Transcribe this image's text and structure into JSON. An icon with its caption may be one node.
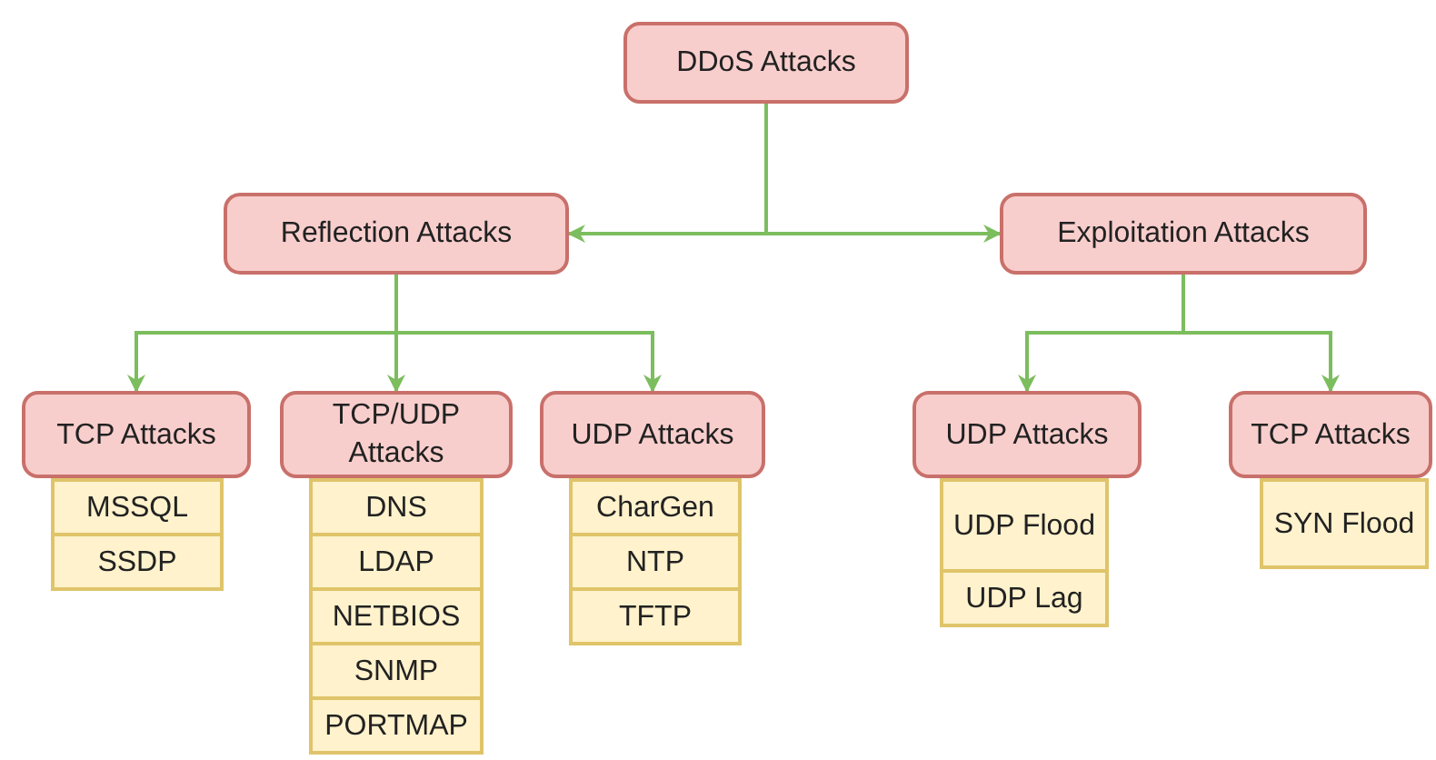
{
  "diagram": {
    "nodes": [
      {
        "text": [
          "DDoS Attacks"
        ]
      },
      {
        "text": [
          "Reflection Attacks"
        ]
      },
      {
        "text": [
          "Exploitation Attacks"
        ]
      },
      {
        "text": [
          "TCP Attacks"
        ]
      },
      {
        "text": [
          "TCP/UDP Attacks"
        ]
      },
      {
        "text": [
          "UDP Attacks"
        ]
      },
      {
        "text": [
          "UDP Attacks"
        ]
      },
      {
        "text": [
          "TCP Attacks"
        ]
      },
      {
        "text": [
          "MSSQL"
        ]
      },
      {
        "text": [
          "SSDP"
        ]
      },
      {
        "text": [
          "DNS"
        ]
      },
      {
        "text": [
          "LDAP"
        ]
      },
      {
        "text": [
          "NETBIOS"
        ]
      },
      {
        "text": [
          "SNMP"
        ]
      },
      {
        "text": [
          "PORTMAP"
        ]
      },
      {
        "text": [
          "CharGen"
        ]
      },
      {
        "text": [
          "NTP"
        ]
      },
      {
        "text": [
          "TFTP"
        ]
      },
      {
        "text": [
          "UDP Flood"
        ]
      },
      {
        "text": [
          "UDP Lag"
        ]
      },
      {
        "text": [
          "SYN Flood"
        ]
      }
    ],
    "edges": [
      {
        "from": 0,
        "to": 1,
        "arrow": "to"
      },
      {
        "from": 0,
        "to": 2,
        "arrow": "to"
      },
      {
        "from": 1,
        "to": 3,
        "arrow": "to"
      },
      {
        "from": 1,
        "to": 4,
        "arrow": "to"
      },
      {
        "from": 1,
        "to": 5,
        "arrow": "to"
      },
      {
        "from": 2,
        "to": 6,
        "arrow": "to"
      },
      {
        "from": 2,
        "to": 7,
        "arrow": "to"
      }
    ]
  }
}
